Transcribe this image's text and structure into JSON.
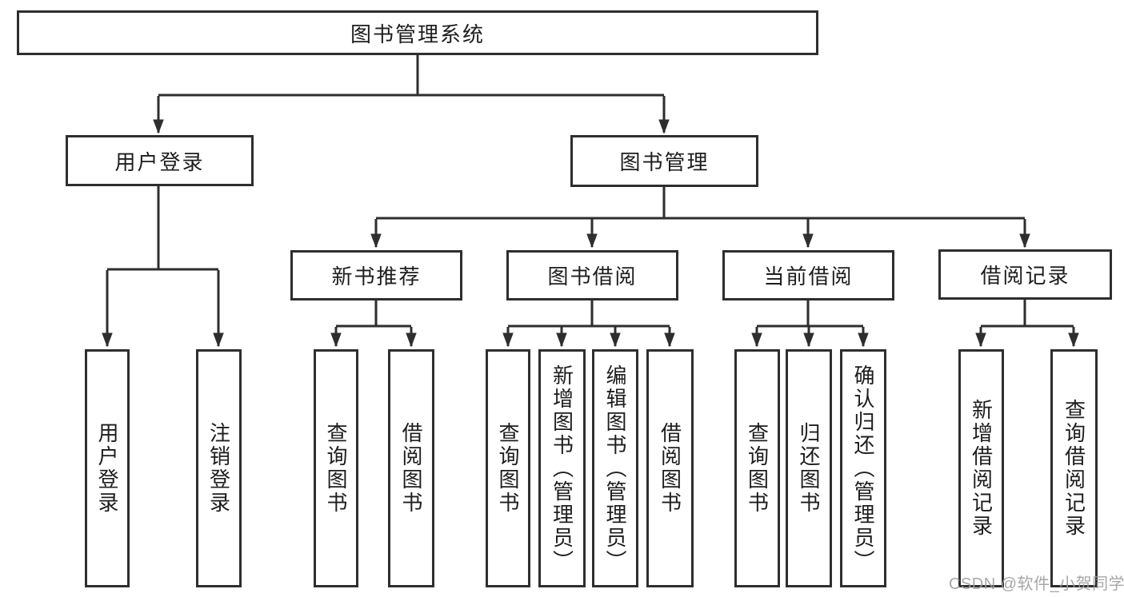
{
  "colors": {
    "background": "#ffffff",
    "line": "#2e2e2e",
    "text": "#1d1d1d",
    "watermark": "#9e9e9e"
  },
  "watermark": {
    "text": "CSDN @软件_小贺同学"
  },
  "diagram": {
    "type": "hierarchy-tree",
    "title": "图书管理系统",
    "root": {
      "label": "图书管理系统"
    },
    "level2": [
      {
        "label": "用户登录"
      },
      {
        "label": "图书管理"
      }
    ],
    "level3": [
      {
        "label": "新书推荐",
        "parent": "图书管理"
      },
      {
        "label": "图书借阅",
        "parent": "图书管理"
      },
      {
        "label": "当前借阅",
        "parent": "图书管理"
      },
      {
        "label": "借阅记录",
        "parent": "图书管理"
      }
    ],
    "leaves": [
      {
        "label": "用户登录",
        "parent": "用户登录"
      },
      {
        "label": "注销登录",
        "parent": "用户登录"
      },
      {
        "label": "查询图书",
        "parent": "新书推荐"
      },
      {
        "label": "借阅图书",
        "parent": "新书推荐"
      },
      {
        "label": "查询图书",
        "parent": "图书借阅"
      },
      {
        "label": "新增图书（管理员）",
        "parent": "图书借阅"
      },
      {
        "label": "编辑图书（管理员）",
        "parent": "图书借阅"
      },
      {
        "label": "借阅图书",
        "parent": "图书借阅"
      },
      {
        "label": "查询图书",
        "parent": "当前借阅"
      },
      {
        "label": "归还图书",
        "parent": "当前借阅"
      },
      {
        "label": "确认归还（管理员）",
        "parent": "当前借阅"
      },
      {
        "label": "新增借阅记录",
        "parent": "借阅记录"
      },
      {
        "label": "查询借阅记录",
        "parent": "借阅记录"
      }
    ]
  }
}
